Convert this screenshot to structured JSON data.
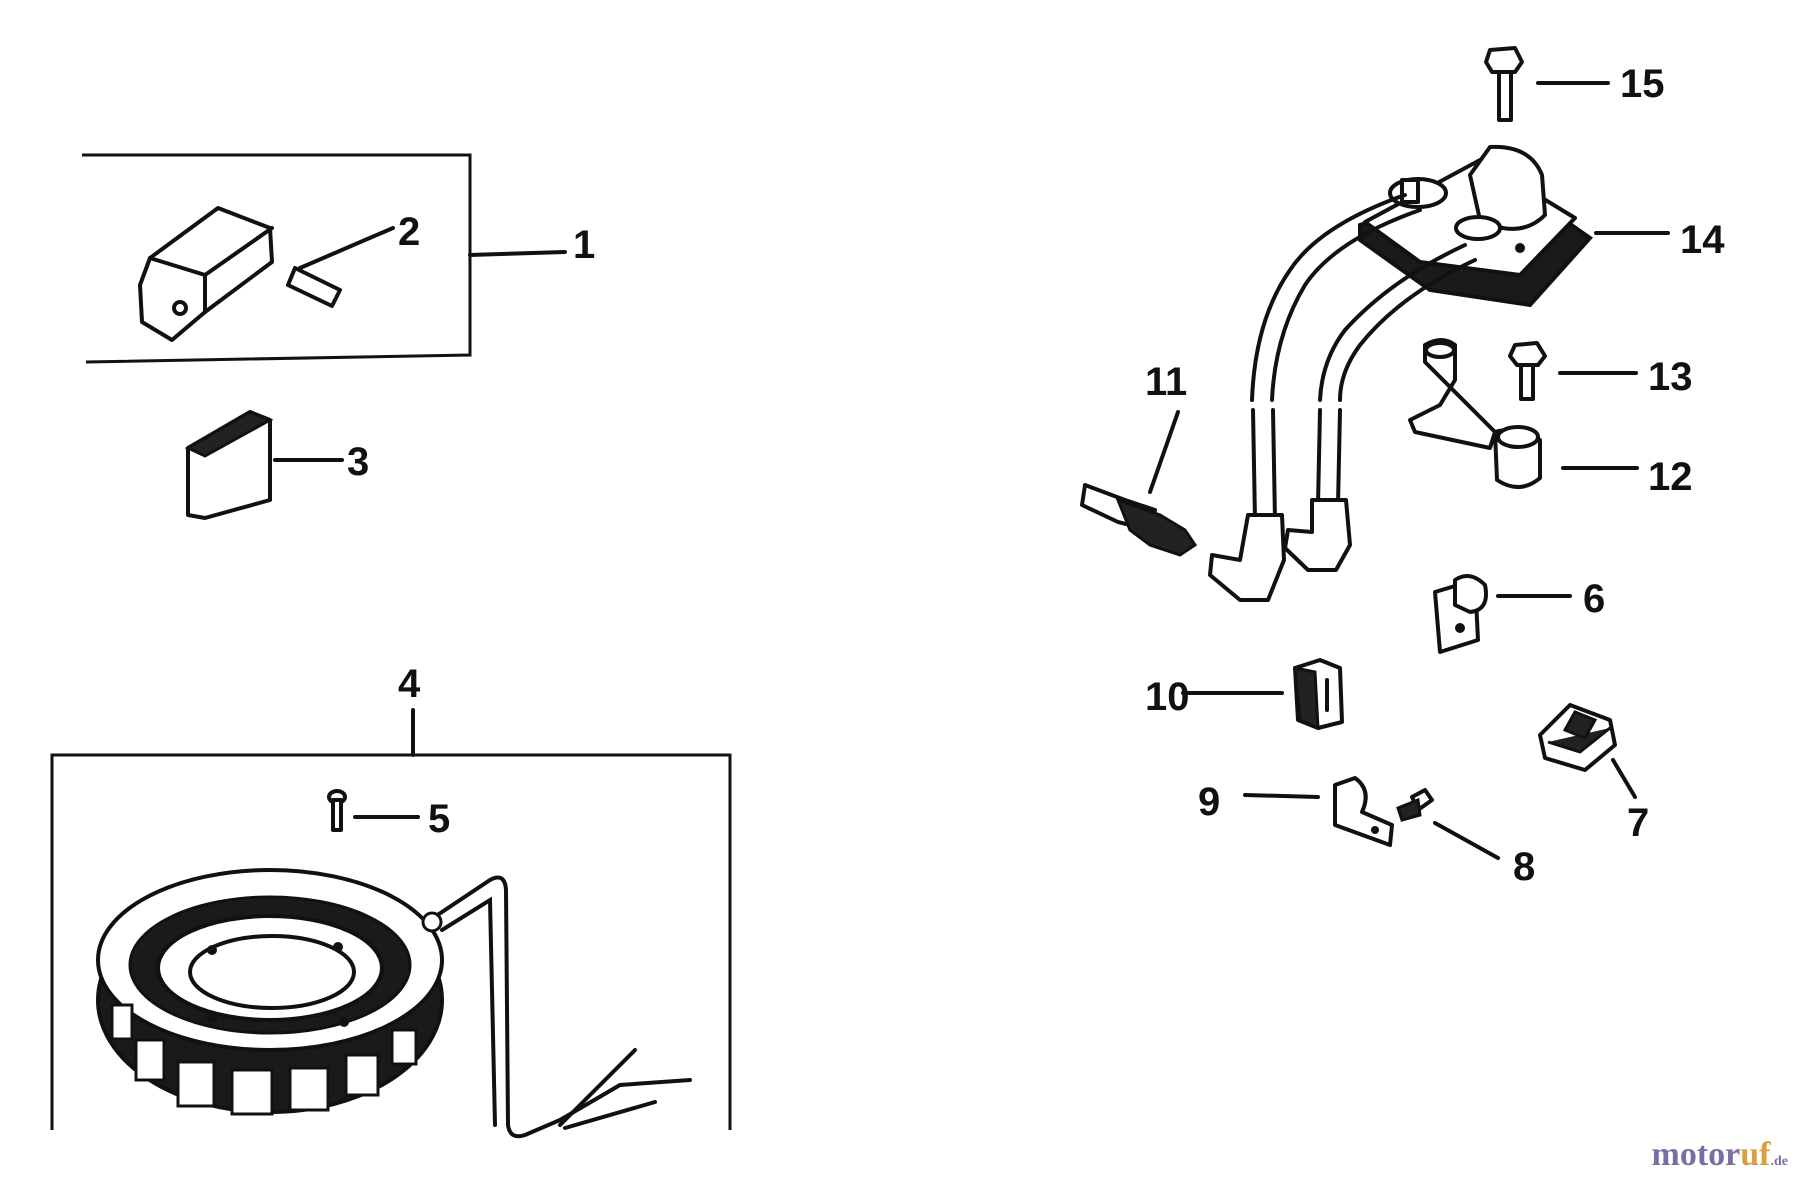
{
  "diagram": {
    "callouts": [
      "1",
      "2",
      "3",
      "4",
      "5",
      "6",
      "7",
      "8",
      "9",
      "10",
      "11",
      "12",
      "13",
      "14",
      "15"
    ]
  },
  "watermark": {
    "main": "motor",
    "accent": "uf",
    "tld": ".de"
  }
}
